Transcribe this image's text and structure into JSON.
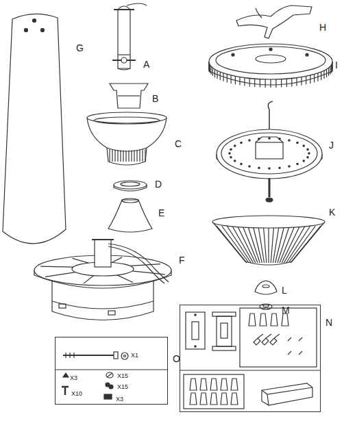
{
  "diagram": {
    "nodes": [
      {
        "text": [
          "N"
        ]
      },
      {
        "text": [
          "X1",
          "X3",
          "X15",
          "X10",
          "X15",
          "X3",
          "O"
        ]
      }
    ],
    "labels": [
      "A",
      "H",
      "G",
      "I",
      "B",
      "C",
      "J",
      "D",
      "E",
      "K",
      "F",
      "L",
      "M"
    ]
  }
}
